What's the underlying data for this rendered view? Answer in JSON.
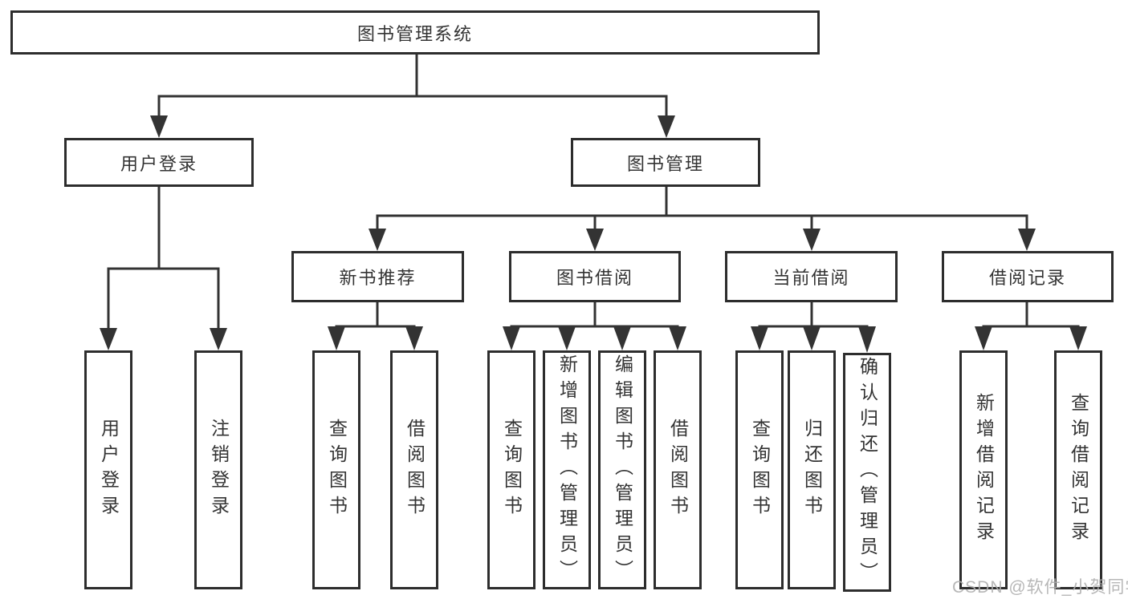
{
  "tree": {
    "root": {
      "label": "图书管理系统"
    },
    "branches": [
      {
        "label": "用户登录",
        "children": [
          {
            "label": "用户登录"
          },
          {
            "label": "注销登录"
          }
        ]
      },
      {
        "label": "图书管理",
        "children": [
          {
            "label": "新书推荐",
            "children": [
              {
                "label": "查询图书"
              },
              {
                "label": "借阅图书"
              }
            ]
          },
          {
            "label": "图书借阅",
            "children": [
              {
                "label": "查询图书"
              },
              {
                "label": "新增图书（管理员）"
              },
              {
                "label": "编辑图书（管理员）"
              },
              {
                "label": "借阅图书"
              }
            ]
          },
          {
            "label": "当前借阅",
            "children": [
              {
                "label": "查询图书"
              },
              {
                "label": "归还图书"
              },
              {
                "label": "确认归还（管理员）"
              }
            ]
          },
          {
            "label": "借阅记录",
            "children": [
              {
                "label": "新增借阅记录"
              },
              {
                "label": "查询借阅记录"
              }
            ]
          }
        ]
      }
    ]
  },
  "watermark": {
    "text": "CSDN @软件_小贺同学"
  },
  "colors": {
    "line": "#333333",
    "box_border": "#2d2d2d",
    "text": "#333333",
    "watermark": "#afafaf",
    "background": "#ffffff"
  }
}
